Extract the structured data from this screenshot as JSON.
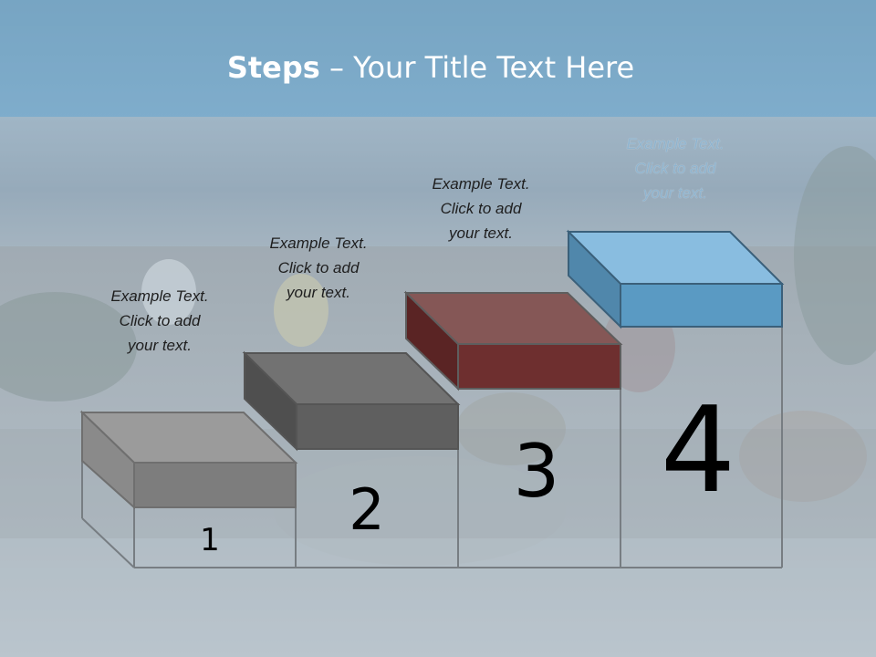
{
  "title": {
    "bold": "Steps",
    "rest": " – Your Title Text Here"
  },
  "steps": [
    {
      "number": "1",
      "caption": [
        "Example Text.",
        "Click  to add",
        "your text."
      ],
      "color": "#7d7d7d"
    },
    {
      "number": "2",
      "caption": [
        "Example Text.",
        "Click  to add",
        "your text."
      ],
      "color": "#5f5f5f"
    },
    {
      "number": "3",
      "caption": [
        "Example Text.",
        "Click  to add",
        "your text."
      ],
      "color": "#6e2f2f"
    },
    {
      "number": "4",
      "caption": [
        "Example Text.",
        "Click  to add",
        "your text."
      ],
      "color": "#5a9ac3"
    }
  ],
  "colors": {
    "sky_top": "#4f8fb8",
    "sea": "#7f97ab",
    "background_wash": "#c3ced6"
  }
}
